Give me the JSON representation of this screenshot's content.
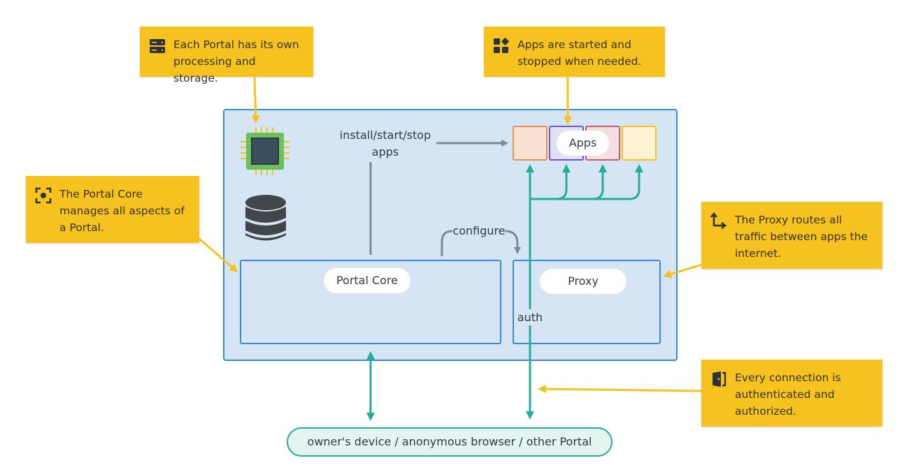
{
  "callouts": {
    "portal": {
      "text": "Each Portal has its own\nprocessing and storage.",
      "icon": "server-icon"
    },
    "apps": {
      "text": "Apps are started and\nstopped when needed.",
      "icon": "apps-icon"
    },
    "core": {
      "text": "The Portal Core\nmanages all aspects of\na Portal.",
      "icon": "focus-icon"
    },
    "proxy": {
      "text": "The Proxy routes all\ntraffic between apps the\ninternet.",
      "icon": "route-icon"
    },
    "auth": {
      "text": "Every connection is\nauthenticated and\nauthorized.",
      "icon": "door-icon"
    }
  },
  "labels": {
    "install": "install/start/stop\napps",
    "apps": "Apps",
    "configure": "configure",
    "portal_core": "Portal Core",
    "proxy": "Proxy",
    "auth": "auth",
    "clients": "owner's device / anonymous browser / other Portal"
  },
  "colors": {
    "callout": "#f6c21f",
    "portal_fill": "#d5e5f4",
    "portal_border": "#3a8bd6",
    "teal": "#26ad9a",
    "grey_arrow": "#7d8a96",
    "app_colors": [
      "#f9e2d4",
      "#e4e0f8",
      "#f2e0e0",
      "#fdf3d2"
    ],
    "app_borders": [
      "#e8934f",
      "#6a55d8",
      "#c0606a",
      "#f6c21f"
    ]
  }
}
